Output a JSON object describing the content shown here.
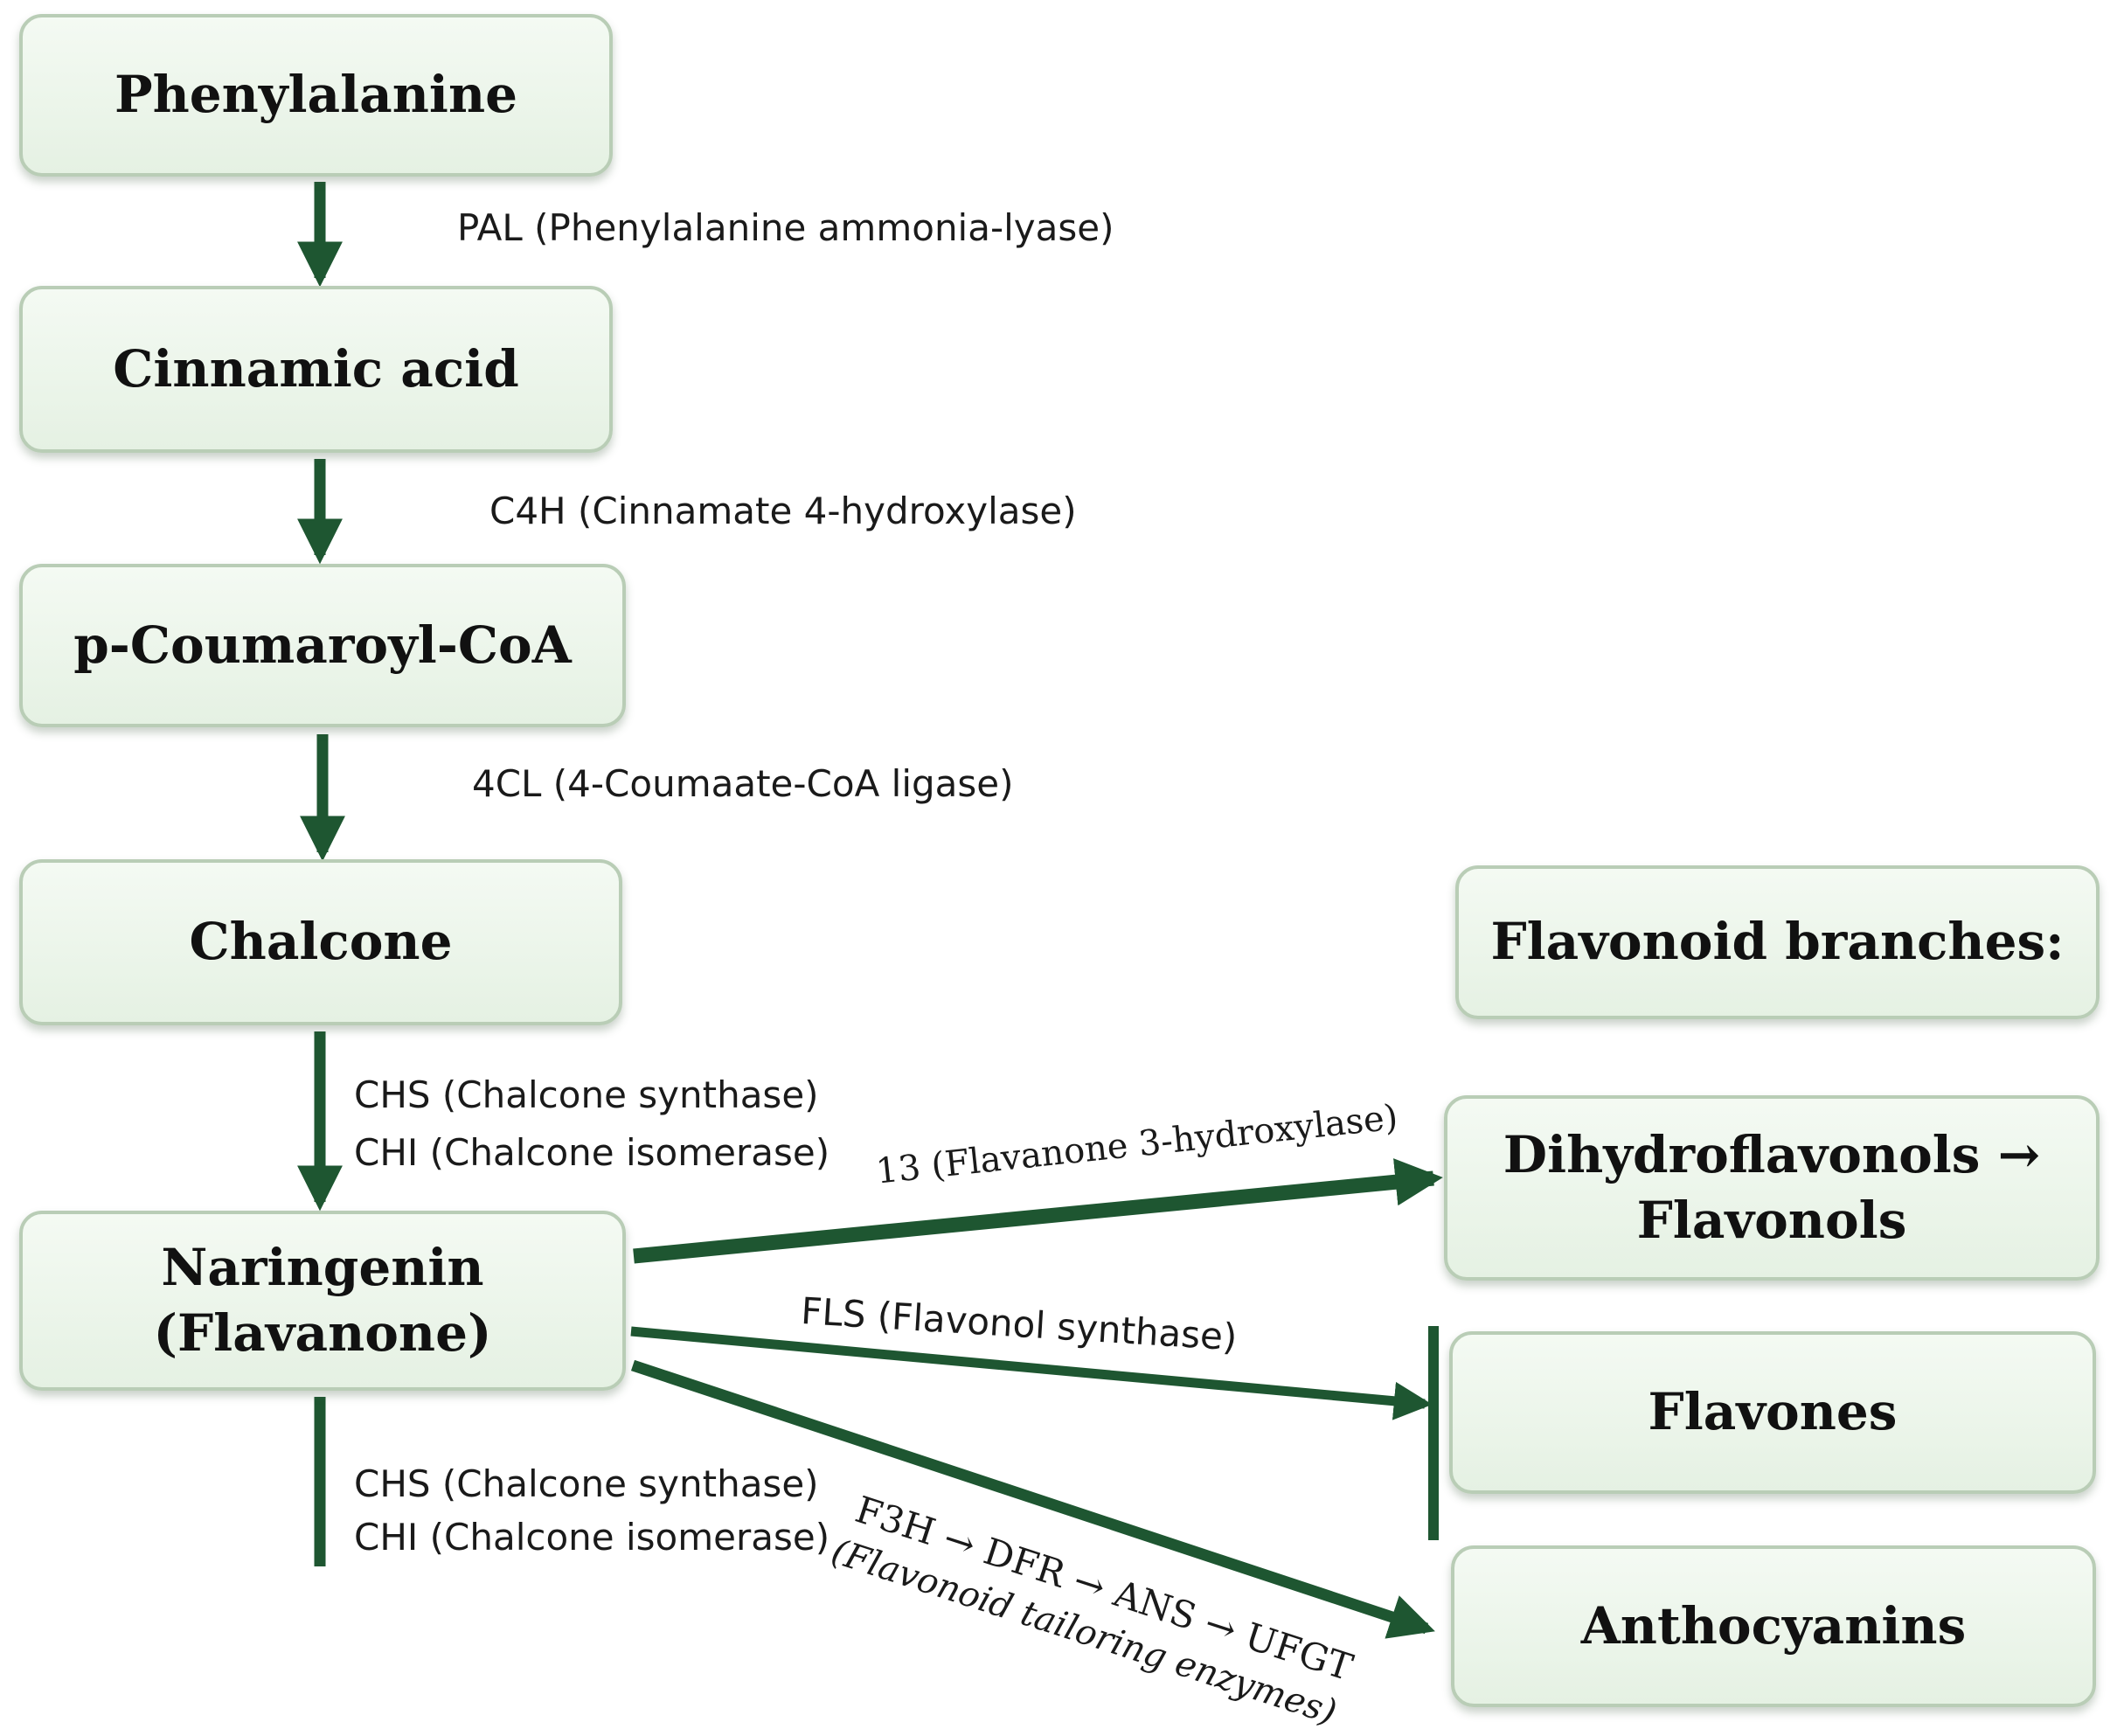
{
  "nodes": {
    "phenylalanine": "Phenylalanine",
    "cinnamic_acid": "Cinnamic acid",
    "p_coumaroyl_coa": "p-Coumaroyl-CoA",
    "chalcone": "Chalcone",
    "naringenin_line1": "Naringenin",
    "naringenin_line2": "(Flavanone)",
    "flavonoid_branches": "Flavonoid branches:",
    "dihydroflavonols_line1": "Dihydroflavonols →",
    "dihydroflavonols_line2": "Flavonols",
    "flavones": "Flavones",
    "anthocyanins": "Anthocyanins"
  },
  "enzymes": {
    "pal": "PAL (Phenylalanine ammonia-lyase)",
    "c4h": "C4H (Cinnamate 4-hydroxylase)",
    "cl4": "4CL (4-Coumaate-CoA ligase)",
    "chs_1": "CHS (Chalcone synthase)",
    "chi_1": "CHI (Chalcone isomerase)",
    "f3h_branch": "13 (Flavanone 3-hydroxylase)",
    "fls": "FLS (Flavonol synthase)",
    "chs_2": "CHS (Chalcone synthase)",
    "chi_2": "CHI (Chalcone isomerase)",
    "antho_line1": "F3H → DFR → ANS → UFGT",
    "antho_line2": "(Flavonoid tailoring enzymes)"
  },
  "colors": {
    "arrow": "#1e5631",
    "box_border": "#b9cdb6",
    "box_fill": "#eaf4e8"
  }
}
